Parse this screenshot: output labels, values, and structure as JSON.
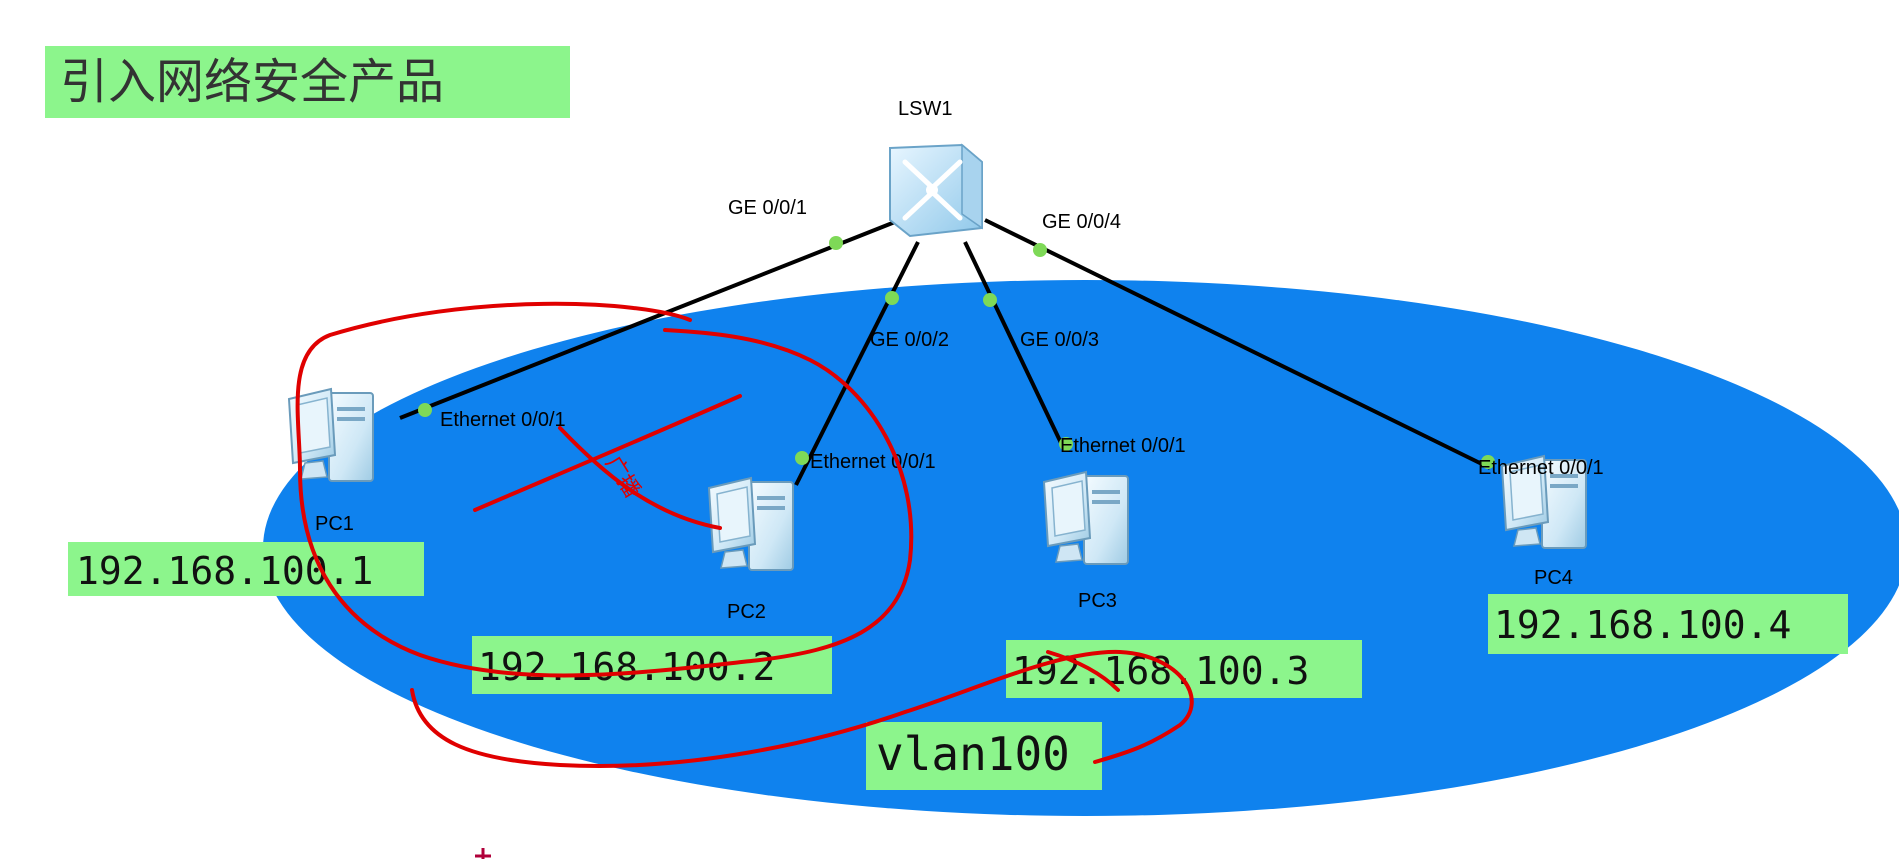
{
  "title": "引入网络安全产品",
  "colors": {
    "vlan_fill": "#0f82ee",
    "link": "#000000",
    "port_dot": "#7ed957",
    "label_bg": "#8cf58c",
    "annotation": "#e00000"
  },
  "switch": {
    "name": "LSW1",
    "icon": "switch-icon"
  },
  "switch_ports": [
    "GE 0/0/1",
    "GE 0/0/2",
    "GE 0/0/3",
    "GE 0/0/4"
  ],
  "pcs": [
    {
      "name": "PC1",
      "port": "Ethernet 0/0/1",
      "ip": "192.168.100.1",
      "icon": "pc-icon"
    },
    {
      "name": "PC2",
      "port": "Ethernet 0/0/1",
      "ip": "192.168.100.2",
      "icon": "pc-icon"
    },
    {
      "name": "PC3",
      "port": "Ethernet 0/0/1",
      "ip": "192.168.100.3",
      "icon": "pc-icon"
    },
    {
      "name": "PC4",
      "port": "Ethernet 0/0/1",
      "ip": "192.168.100.4",
      "icon": "pc-icon"
    }
  ],
  "vlan_label": "vlan100",
  "annotation_text": "广播"
}
